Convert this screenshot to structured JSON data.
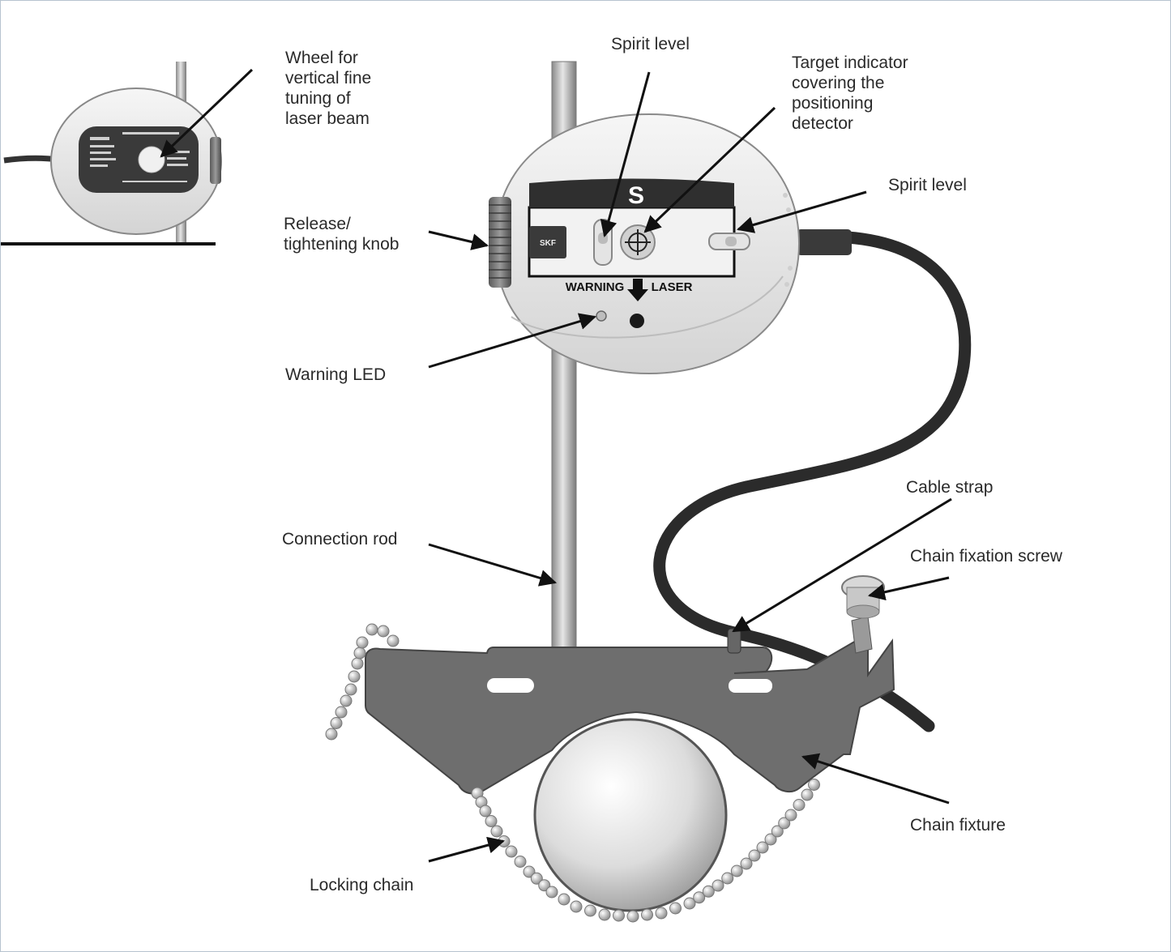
{
  "colors": {
    "frame": "#b7c3cf",
    "label_text": "#2a2a2a",
    "arrow": "#111111",
    "fixture_gray": "#707070",
    "housing_light": "#ececec",
    "cable": "#2b2b2b"
  },
  "labels": {
    "wheel_fine_tuning": [
      "Wheel for",
      "vertical fine",
      "tuning of",
      "laser beam"
    ],
    "spirit_level_top": "Spirit level",
    "target_indicator": [
      "Target indicator",
      "covering the",
      "positioning",
      "detector"
    ],
    "spirit_level_right": "Spirit level",
    "release_knob": [
      "Release/",
      "tightening knob"
    ],
    "warning_led": "Warning LED",
    "connection_rod": "Connection rod",
    "cable_strap": "Cable strap",
    "chain_fixation_screw": "Chain fixation screw",
    "chain_fixture": "Chain fixture",
    "locking_chain": "Locking chain"
  },
  "device_markings": {
    "unit_letter": "S",
    "warning": "WARNING",
    "laser": "LASER",
    "brand": "SKF"
  },
  "icons": [
    "crosshair-target-icon",
    "warning-arrow-icon"
  ]
}
